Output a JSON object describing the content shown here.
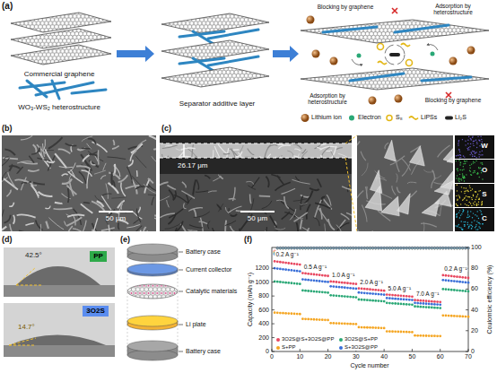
{
  "diagram": {
    "nodes": [
      {
        "text": [
          "PP"
        ]
      },
      {
        "text": [
          "3O2S"
        ]
      }
    ],
    "labels": [
      "(a)",
      "Commercial graphene",
      "WO₃-WS₂ heterostructure",
      "Separator additive layer",
      "Blocking by graphene",
      "Adsorption by heterostructure",
      "Adsorption by heterostructure",
      "Blocking by graphene",
      "(b)",
      "50 μm",
      "(c)",
      "26.17 μm",
      "50 μm",
      "W",
      "O",
      "S",
      "C",
      "(d)",
      "42.5°",
      "14.7°",
      "(e)",
      "Battery case",
      "Current collector",
      "Catalytic materials",
      "Li plate",
      "Battery case",
      "(f)",
      "Capacity (mAh g⁻¹)",
      "Cycle number",
      "Coulombic efficiency (%)",
      "0",
      "200",
      "400",
      "600",
      "800",
      "1000",
      "1200",
      "0",
      "10",
      "20",
      "30",
      "40",
      "50",
      "60",
      "70",
      "0",
      "20",
      "40",
      "60",
      "80",
      "100",
      "0.2 A g⁻¹",
      "0.5 A g⁻¹",
      "1.0 A g⁻¹",
      "2.0 A g⁻¹",
      "5.0 A g⁻¹",
      "7.0 A g⁻¹",
      "0.2 A g⁻¹"
    ],
    "legend": [
      {
        "text": "Lithium ion"
      },
      {
        "text": "Electron"
      },
      {
        "text": "S₈"
      },
      {
        "text": "LiPSs"
      },
      {
        "text": "Li₂S"
      },
      {
        "text": "3O2S@S+3O2S@PP",
        "color": "#e8475f"
      },
      {
        "text": "S+PP",
        "color": "#f5a623"
      },
      {
        "text": "3O2S@S+PP",
        "color": "#2aa876"
      },
      {
        "text": "S+3O2S@PP",
        "color": "#3a6fd8"
      }
    ]
  }
}
